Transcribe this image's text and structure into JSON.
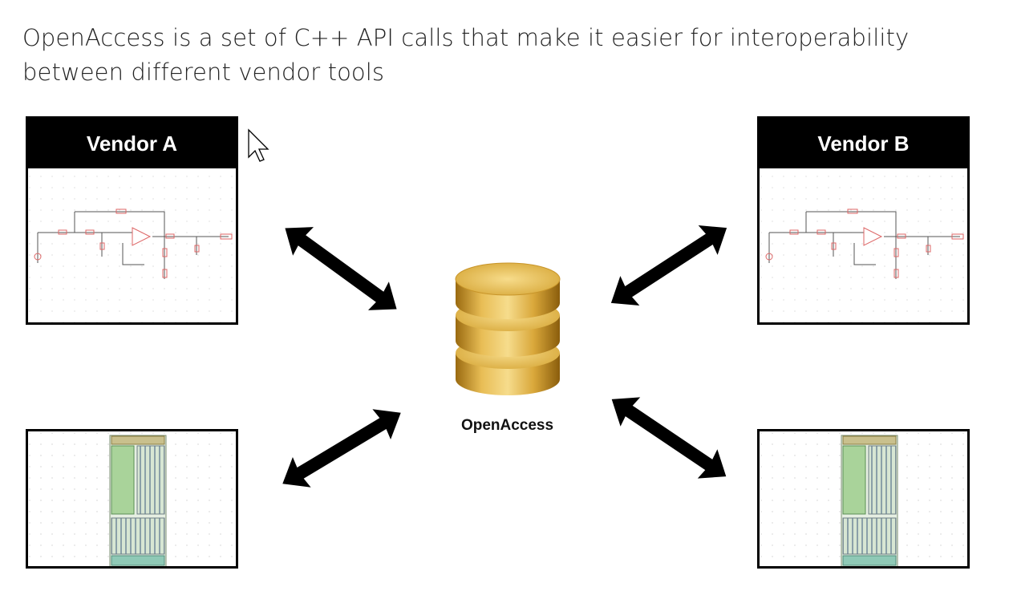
{
  "headline": "OpenAccess is a set of C++ API calls that make it easier for interoperability between different vendor tools",
  "vendors": {
    "a": {
      "label": "Vendor A"
    },
    "b": {
      "label": "Vendor B"
    }
  },
  "database": {
    "label": "OpenAccess",
    "icon": "database-cylinder-icon",
    "color": "#D8A93B"
  },
  "arrow_color": "#000000"
}
